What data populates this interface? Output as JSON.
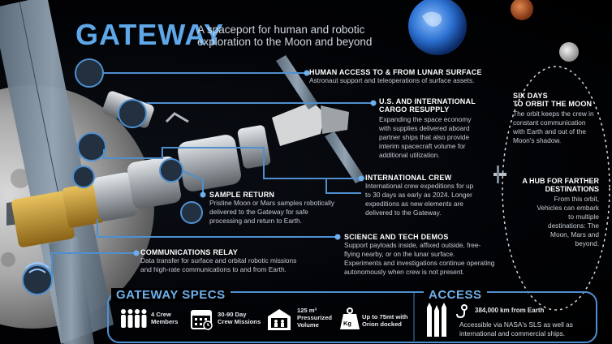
{
  "header": {
    "title": "GATEWAY",
    "subtitle": "A spaceport for human and robotic exploration to the Moon and beyond"
  },
  "callouts": {
    "human_access": {
      "title": "HUMAN ACCESS TO & FROM LUNAR SURFACE",
      "text": "Astronaut support and teleoperations of surface assets."
    },
    "cargo": {
      "title_1": "U.S. AND INTERNATIONAL",
      "title_2": "CARGO RESUPPLY",
      "text_1": "Expanding the space economy",
      "text_2": "with supplies delivered aboard",
      "text_3": "partner ships that also provide",
      "text_4": "interim spacecraft volume for",
      "text_5": "additional utilization."
    },
    "crew": {
      "title": "INTERNATIONAL CREW",
      "text_1": "International crew expeditions for up",
      "text_2": "to 30 days as early as 2024. Longer",
      "text_3": "expeditions as new elements are",
      "text_4": "delivered to the Gateway."
    },
    "sample": {
      "title": "SAMPLE RETURN",
      "text_1": "Pristine Moon or Mars samples robotically",
      "text_2": "delivered to the Gateway for safe",
      "text_3": "processing and return to Earth."
    },
    "science": {
      "title": "SCIENCE AND TECH DEMOS",
      "text_1": "Support payloads inside, affixed outside, free-",
      "text_2": "flying nearby, or on the lunar surface.",
      "text_3": "Experiments and investigations continue operating",
      "text_4": "autonomously when crew is not present."
    },
    "comms": {
      "title": "COMMUNICATIONS RELAY",
      "text_1": "Data transfer for surface and orbital robotic missions",
      "text_2": "and high-rate communications to and from Earth."
    },
    "six_days": {
      "title_1": "SIX DAYS",
      "title_2": "TO ORBIT THE MOON",
      "text_1": "The orbit keeps the crew in",
      "text_2": "constant communication",
      "text_3": "with Earth and out of the",
      "text_4": "Moon's shadow."
    },
    "hub": {
      "title_1": "A HUB FOR FARTHER",
      "title_2": "DESTINATIONS",
      "text_1": "From this orbit,",
      "text_2": "Vehicles can embark",
      "text_3": "to multiple",
      "text_4": "destinations: The",
      "text_5": "Moon, Mars and",
      "text_6": "beyond."
    }
  },
  "specs": {
    "title": "GATEWAY SPECS",
    "items": [
      {
        "line1": "4 Crew",
        "line2": "Members",
        "icon": "crew-icon"
      },
      {
        "line1": "30-90 Day",
        "line2": "Crew Missions",
        "icon": "calendar-icon"
      },
      {
        "line1": "125 m³",
        "line2": "Pressurized",
        "line3": "Volume",
        "icon": "habitat-icon"
      },
      {
        "line1": "Up to 75mt with",
        "line2": "Orion docked",
        "icon": "weight-icon"
      }
    ],
    "weight_label": "Kg"
  },
  "access": {
    "title": "ACCESS",
    "distance": "384,000 km from Earth",
    "text_1": "Accessible via NASA's SLS as well as",
    "text_2": "international and commercial ships."
  },
  "colors": {
    "accent": "#5ea7e8",
    "line": "#4f8fd0",
    "text": "#c6ccd4"
  }
}
